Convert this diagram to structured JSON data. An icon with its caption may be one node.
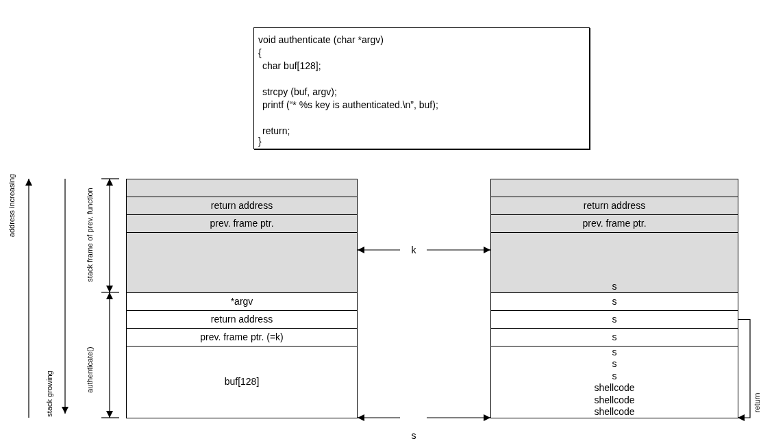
{
  "diagram": {
    "nodes": [
      {
        "text": [
          "void authenticate (char *argv)",
          "{",
          "char buf[128];",
          "strcpy (buf, argv);",
          "printf (“* %s key is authenticated.\\n”, buf);",
          "return;",
          "}"
        ]
      },
      {
        "text": [],
        "shape": "box"
      },
      {
        "text": [
          "return address"
        ]
      },
      {
        "text": [
          "prev. frame ptr."
        ]
      },
      {
        "text": [],
        "shape": "box"
      },
      {
        "text": [
          "*argv"
        ]
      },
      {
        "text": [
          "return address"
        ]
      },
      {
        "text": [
          "prev. frame ptr. (=k)"
        ]
      },
      {
        "text": [
          "buf[128]"
        ]
      },
      {
        "text": [],
        "shape": "box"
      },
      {
        "text": [
          "return address"
        ]
      },
      {
        "text": [
          "prev. frame ptr."
        ]
      },
      {
        "text": [
          "s"
        ]
      },
      {
        "text": [
          "s"
        ]
      },
      {
        "text": [
          "s"
        ]
      },
      {
        "text": [
          "s"
        ]
      },
      {
        "text": [
          "s",
          "s",
          "s",
          "shellcode",
          "shellcode",
          "shellcode"
        ]
      },
      {
        "text": [
          "k"
        ]
      },
      {
        "text": [
          "s"
        ]
      }
    ],
    "edges": [
      {
        "from": 17,
        "to": 4,
        "arrow": "to"
      },
      {
        "from": 17,
        "to": 12,
        "arrow": "to"
      },
      {
        "from": 18,
        "to": 8,
        "arrow": "to"
      },
      {
        "from": 18,
        "to": 16,
        "arrow": "to"
      },
      {
        "from": 14,
        "to": 16,
        "arrow": "to",
        "label": "return"
      }
    ],
    "labels": [
      "address increasing",
      "stack growing",
      "stack frame of prev. function",
      "authenticate()"
    ]
  }
}
